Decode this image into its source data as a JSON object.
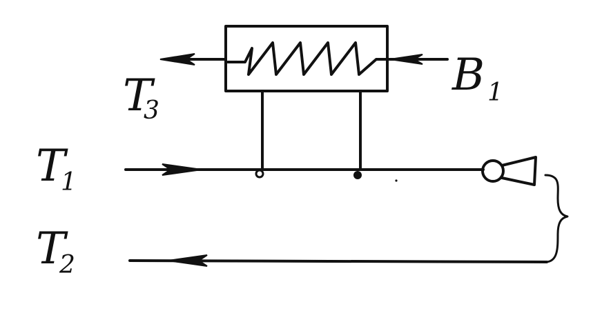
{
  "labels": {
    "t1": {
      "main": "T",
      "sub": "1"
    },
    "t2": {
      "main": "T",
      "sub": "2"
    },
    "t3": {
      "main": "T",
      "sub": "3"
    },
    "b1": {
      "main": "B",
      "sub": "1"
    }
  },
  "colors": {
    "ink": "#111111",
    "background": "#ffffff"
  }
}
